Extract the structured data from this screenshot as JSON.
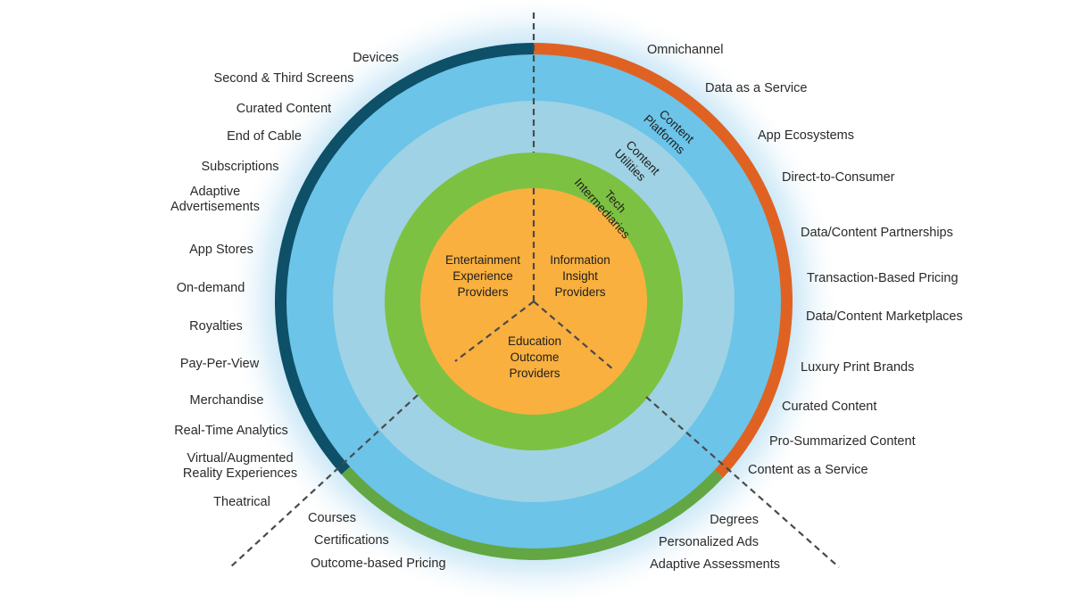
{
  "colors": {
    "glow": "#d6ecf8",
    "outer_ring": "#6cc4e8",
    "middle_ring": "#9fd2e4",
    "green_ring": "#7dc142",
    "core": "#f9b03f",
    "rim_entertainment": "#0d5068",
    "rim_information": "#df6223",
    "rim_education": "#62a744",
    "divider": "#4a4a4a"
  },
  "rings": {
    "outer": [
      "Content",
      "Platforms"
    ],
    "middle": [
      "Content",
      "Utilities"
    ],
    "inner": [
      "Tech",
      "Intermediaries"
    ]
  },
  "core_segments": {
    "entertainment": [
      "Entertainment",
      "Experience",
      "Providers"
    ],
    "information": [
      "Information",
      "Insight",
      "Providers"
    ],
    "education": [
      "Education",
      "Outcome",
      "Providers"
    ]
  },
  "entertainment_labels": [
    [
      "Devices"
    ],
    [
      "Second & Third Screens"
    ],
    [
      "Curated Content"
    ],
    [
      "End of Cable"
    ],
    [
      "Subscriptions"
    ],
    [
      "Adaptive",
      "Advertisements"
    ],
    [
      "App Stores"
    ],
    [
      "On-demand"
    ],
    [
      "Royalties"
    ],
    [
      "Pay-Per-View"
    ],
    [
      "Merchandise"
    ],
    [
      "Real-Time Analytics"
    ],
    [
      "Virtual/Augmented",
      "Reality Experiences"
    ],
    [
      "Theatrical"
    ]
  ],
  "information_labels": [
    "Omnichannel",
    "Data as a Service",
    "App Ecosystems",
    "Direct-to-Consumer",
    "Data/Content Partnerships",
    "Transaction-Based Pricing",
    "Data/Content Marketplaces",
    "Luxury Print Brands",
    "Curated Content",
    "Pro-Summarized Content",
    "Content as a Service"
  ],
  "education_left_labels": [
    "Courses",
    "Certifications",
    "Outcome-based Pricing"
  ],
  "education_right_labels": [
    "Degrees",
    "Personalized Ads",
    "Adaptive Assessments"
  ]
}
